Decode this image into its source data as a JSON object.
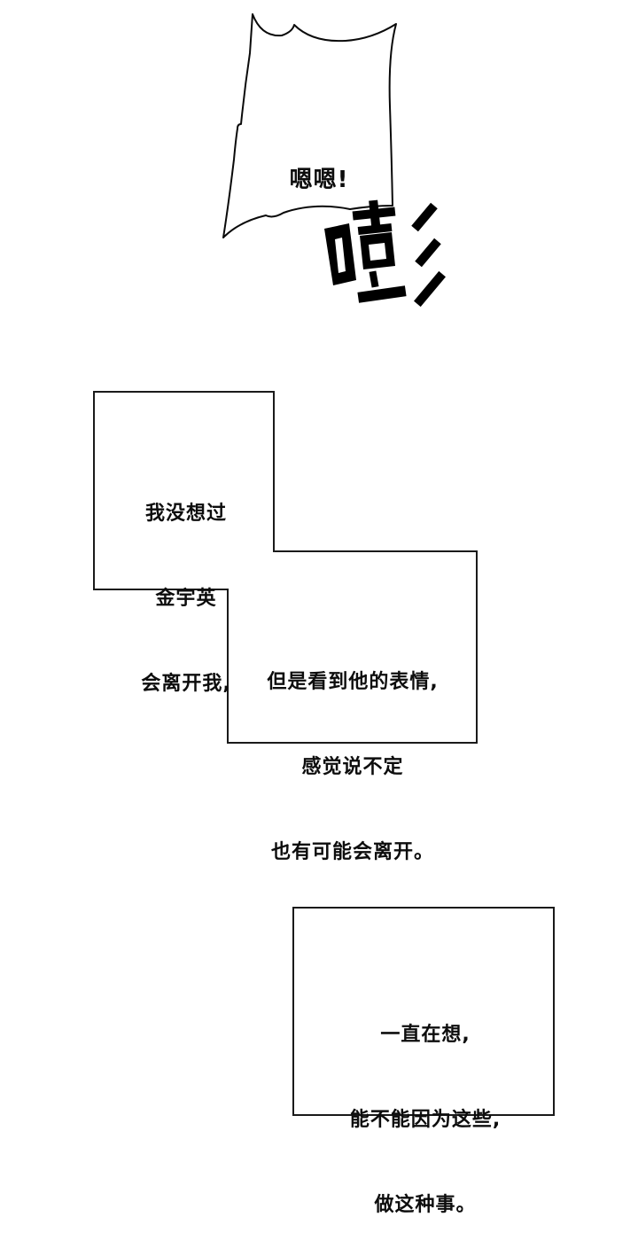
{
  "panels": [
    {
      "id": "shout-bubble",
      "type": "speech-bubble-jagged",
      "lines": [
        "嗯嗯!"
      ]
    },
    {
      "id": "sound-effect",
      "type": "sfx",
      "text": "嘭"
    },
    {
      "id": "narration-box-1",
      "type": "caption-box",
      "lines": [
        "我没想过",
        "金宇英",
        "会离开我,"
      ]
    },
    {
      "id": "narration-box-2",
      "type": "caption-box",
      "lines": [
        "但是看到他的表情,",
        "感觉说不定",
        "也有可能会离开。"
      ]
    },
    {
      "id": "narration-box-3",
      "type": "caption-box",
      "lines": [
        "一直在想,",
        "能不能因为这些,",
        "做这种事。"
      ]
    }
  ],
  "colors": {
    "background": "#ffffff",
    "ink": "#0d0d0d",
    "border": "#222222"
  }
}
